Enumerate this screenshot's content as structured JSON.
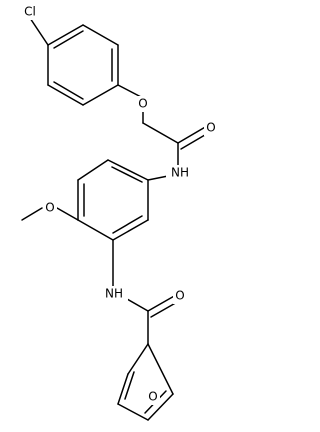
{
  "molecule": {
    "atom_labels": {
      "chlorine": "Cl",
      "ether_oxygen": "O",
      "carbonyl_oxygen_top": "O",
      "amide_nh_top": "NH",
      "methoxy_oxygen": "O",
      "amide_nh_bottom": "NH",
      "carbonyl_oxygen_bottom": "O",
      "furan_oxygen": "O"
    }
  }
}
